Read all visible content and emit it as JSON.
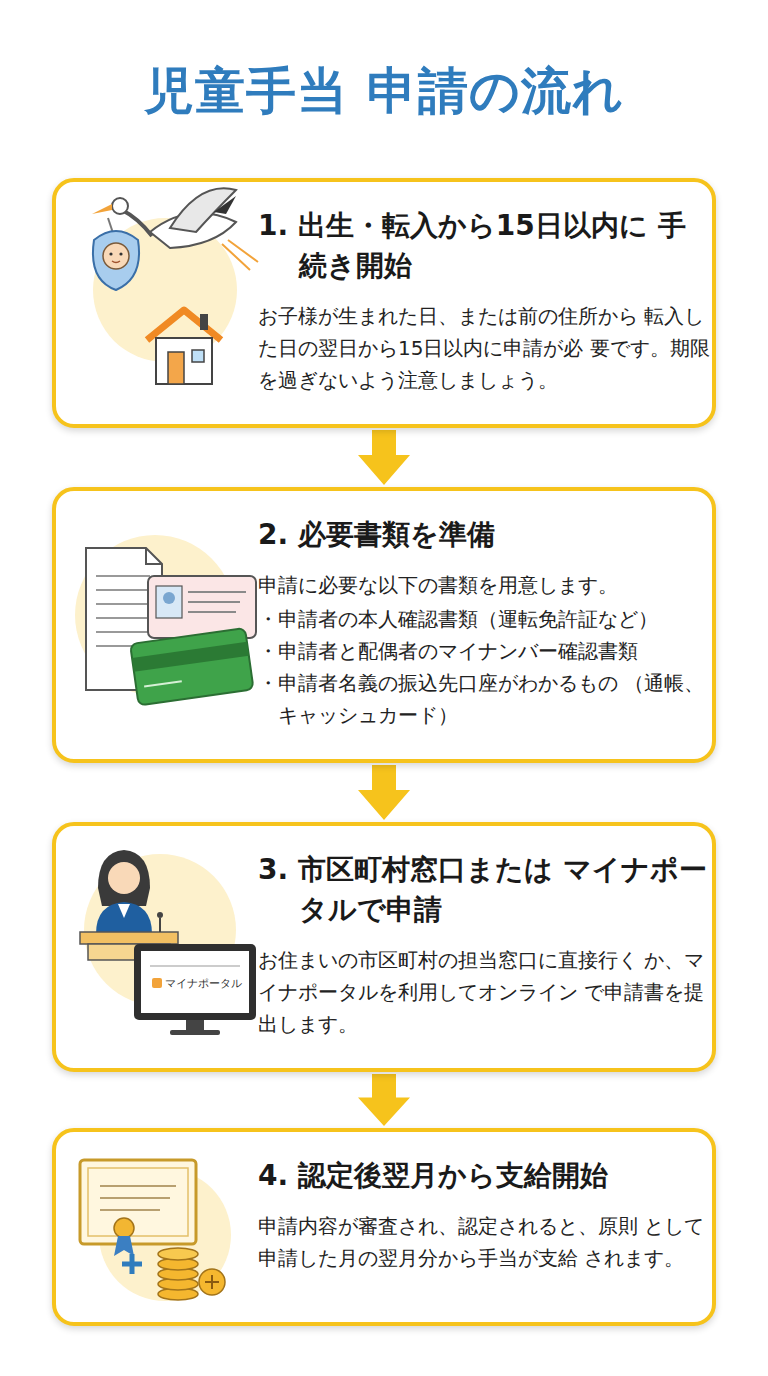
{
  "diagram": {
    "title": "児童手当 申請の流れ",
    "nodes": [
      {
        "text": [
          "1. 出生・転入から15日以内に 手続き開始",
          "お子様が生まれた日、または前の住所から 転入した日の翌日から15日以内に申請が必 要です。期限を過ぎないよう注意しましょう。"
        ]
      },
      {
        "text": [
          "2. 必要書類を準備",
          "申請に必要な以下の書類を用意します。",
          "・申請者の本人確認書類（運転免許証など）",
          "・申請者と配偶者のマイナンバー確認書類",
          "・申請者名義の振込先口座がわかるもの （通帳、キャッシュカード）"
        ]
      },
      {
        "text": [
          "3. 市区町村窓口または マイナポータルで申請",
          "お住まいの市区町村の担当窓口に直接行く か、マイナポータルを利用してオンライン で申請書を提出します。"
        ]
      },
      {
        "text": [
          "4. 認定後翌月から支給開始",
          "申請内容が審査され、認定されると、原則 として申請した月の翌月分から手当が支給 されます。"
        ]
      }
    ],
    "edges": [
      {
        "from": 0,
        "to": 1,
        "arrow": "to"
      },
      {
        "from": 1,
        "to": 2,
        "arrow": "to"
      },
      {
        "from": 2,
        "to": 3,
        "arrow": "to"
      }
    ],
    "labels": [
      "マイナポータル"
    ]
  }
}
